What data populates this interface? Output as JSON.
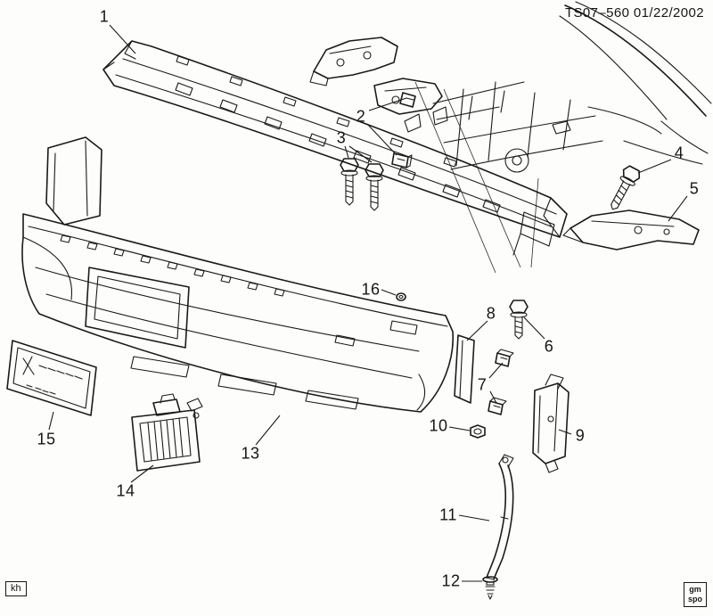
{
  "header": {
    "doc_ref": "TS07–560 01/22/2002"
  },
  "callouts": [
    {
      "label": "1"
    },
    {
      "label": "2"
    },
    {
      "label": "3"
    },
    {
      "label": "4"
    },
    {
      "label": "5"
    },
    {
      "label": "6"
    },
    {
      "label": "7"
    },
    {
      "label": "8"
    },
    {
      "label": "9"
    },
    {
      "label": "10"
    },
    {
      "label": "11"
    },
    {
      "label": "12"
    },
    {
      "label": "13"
    },
    {
      "label": "14"
    },
    {
      "label": "15"
    },
    {
      "label": "16"
    }
  ],
  "footer": {
    "left_code": "kh",
    "logo_line1": "gm",
    "logo_line2": "spo"
  }
}
